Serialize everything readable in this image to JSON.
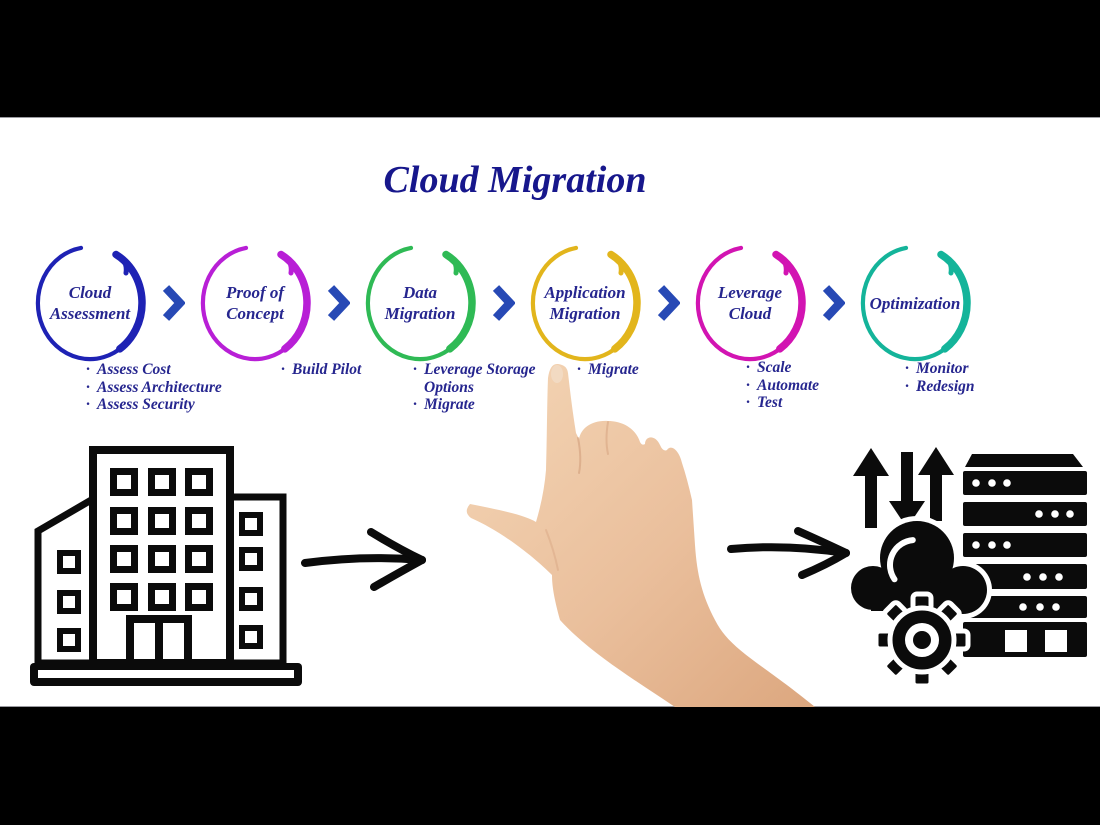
{
  "title": "Cloud Migration",
  "stages": [
    {
      "id": "cloud-assessment",
      "label_lines": [
        "Cloud",
        "Assessment"
      ],
      "ring_color": "#1e22b4",
      "bullets": [
        "Assess Cost",
        "Assess Architecture",
        "Assess Security"
      ]
    },
    {
      "id": "proof-of-concept",
      "label_lines": [
        "Proof of",
        "Concept"
      ],
      "ring_color": "#b81fd6",
      "bullets": [
        "Build Pilot"
      ]
    },
    {
      "id": "data-migration",
      "label_lines": [
        "Data",
        "Migration"
      ],
      "ring_color": "#2fba55",
      "bullets": [
        "Leverage Storage Options",
        "Migrate"
      ]
    },
    {
      "id": "application-migration",
      "label_lines": [
        "Application",
        "Migration"
      ],
      "ring_color": "#e2b51c",
      "bullets": [
        "Migrate"
      ]
    },
    {
      "id": "leverage-cloud",
      "label_lines": [
        "Leverage",
        "Cloud"
      ],
      "ring_color": "#d214b2",
      "bullets": [
        "Scale",
        "Automate",
        "Test"
      ]
    },
    {
      "id": "optimization",
      "label_lines": [
        "Optimization"
      ],
      "ring_color": "#14b49a",
      "bullets": [
        "Monitor",
        "Redesign"
      ]
    }
  ],
  "colors": {
    "background": "#000000",
    "panel": "#ffffff",
    "title_text": "#17178c",
    "stage_text": "#26268f",
    "bullet_text": "#26268f",
    "chevron": "#2749b5",
    "ink": "#0b0b0b",
    "skin_light": "#f4d6b6",
    "skin_dark": "#dca77f"
  },
  "icons": {
    "left": "building-icon",
    "flow": "flow-chevron-icon",
    "middle": "pointing-hand-icon",
    "right": [
      "scale-arrows-icon",
      "server-rack-icon",
      "cloud-gear-icon"
    ],
    "sketch": "sketch-arrow-right-icon"
  }
}
